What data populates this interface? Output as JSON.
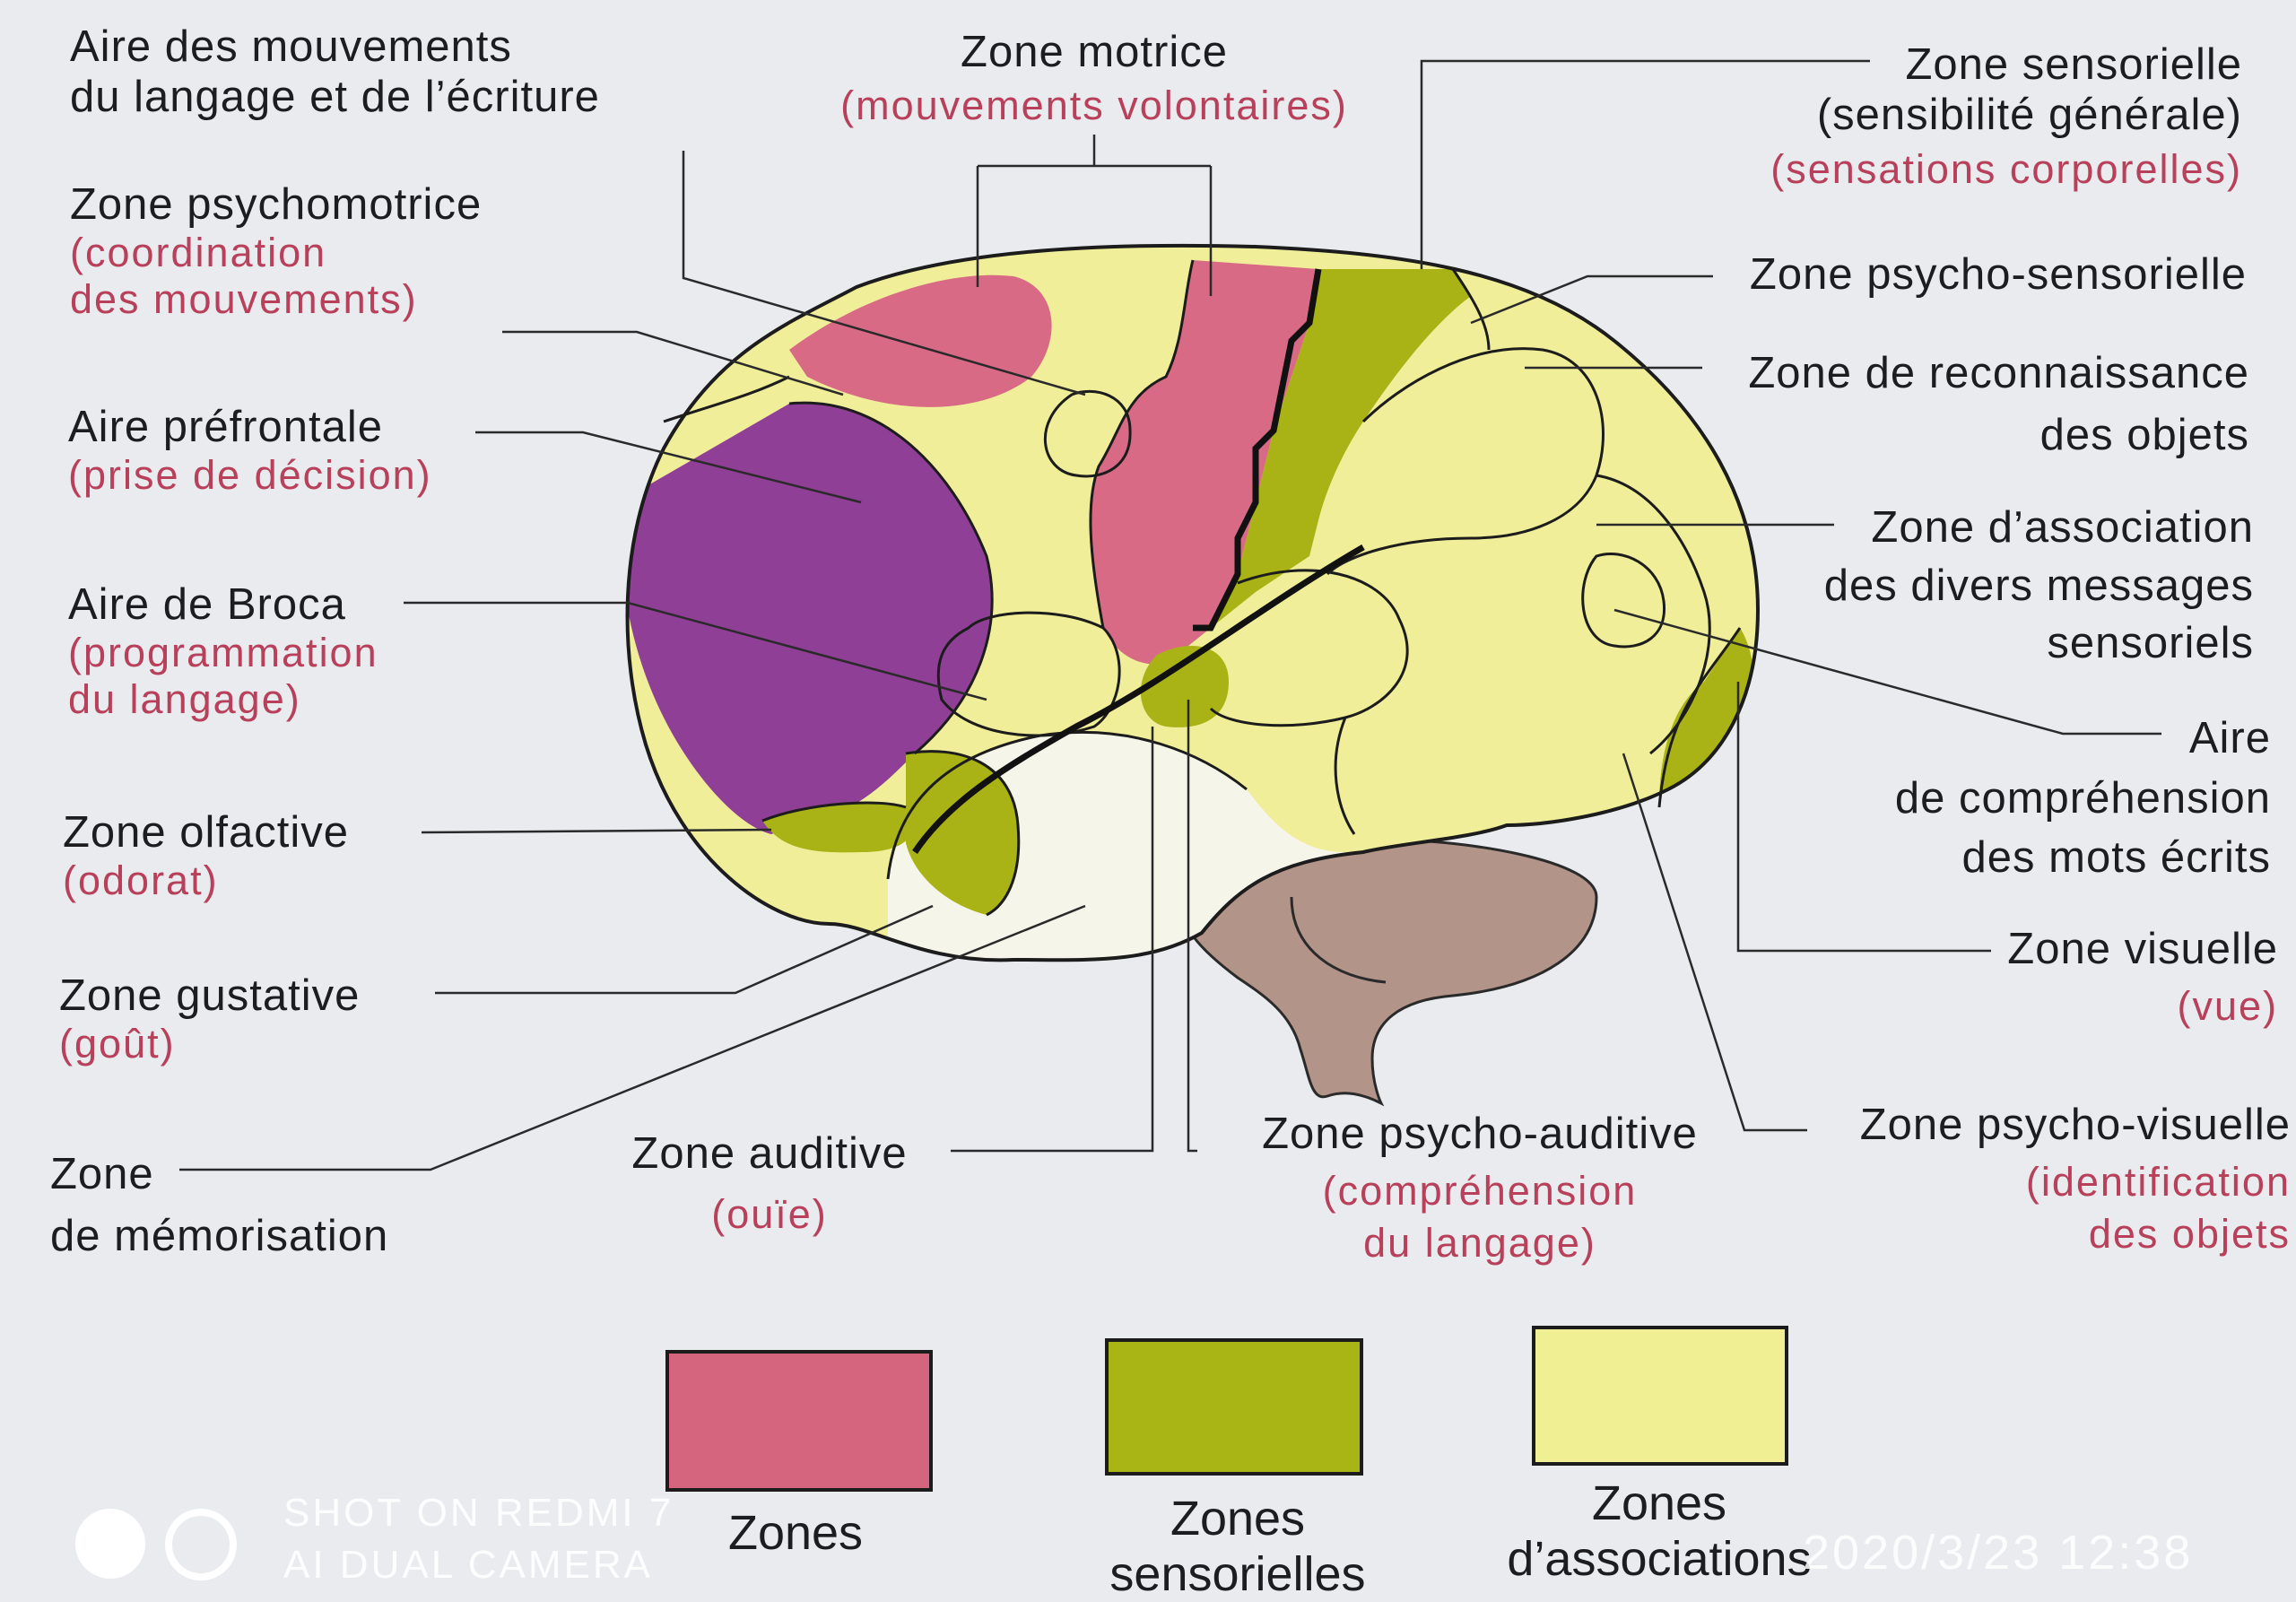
{
  "labels": {
    "aire_mouvements_langage": [
      "Aire des mouvements",
      "du langage et de l’écriture"
    ],
    "zone_psychomotrice": {
      "title": "Zone psychomotrice",
      "desc": [
        "(coordination",
        "des mouvements)"
      ]
    },
    "aire_prefrontale": {
      "title": "Aire préfrontale",
      "desc": "(prise de décision)"
    },
    "aire_broca": {
      "title": "Aire de Broca",
      "desc": [
        "(programmation",
        "du langage)"
      ]
    },
    "zone_olfactive": {
      "title": "Zone olfactive",
      "desc": "(odorat)"
    },
    "zone_gustative": {
      "title": "Zone gustative",
      "desc": "(goût)"
    },
    "zone_memorisation": [
      "Zone",
      "de mémorisation"
    ],
    "zone_auditive": {
      "title": "Zone auditive",
      "desc": "(ouïe)"
    },
    "zone_motrice": {
      "title": "Zone motrice",
      "desc": "(mouvements volontaires)"
    },
    "zone_sensorielle": {
      "title": [
        "Zone sensorielle",
        "(sensibilité générale)"
      ],
      "desc": "(sensations corporelles)"
    },
    "zone_psycho_sensorielle": "Zone psycho-sensorielle",
    "zone_reconnaissance": [
      "Zone de reconnaissance",
      "des objets"
    ],
    "zone_association": [
      "Zone d’association",
      "des divers messages",
      "sensoriels"
    ],
    "aire_comprehension": [
      "Aire",
      "de compréhension",
      "des mots écrits"
    ],
    "zone_visuelle": {
      "title": "Zone visuelle",
      "desc": "(vue)"
    },
    "zone_psycho_auditive": {
      "title": "Zone psycho-auditive",
      "desc": [
        "(compréhension",
        "du langage)"
      ]
    },
    "zone_psycho_visuelle": {
      "title": "Zone psycho-visuelle",
      "desc": [
        "(identification",
        "des objets"
      ]
    }
  },
  "legend": [
    {
      "caption": [
        "Zones",
        ""
      ],
      "color": "#d5657e"
    },
    {
      "caption": [
        "Zones",
        "sensorielles"
      ],
      "color": "#a9b514"
    },
    {
      "caption": [
        "Zones",
        "d’associations"
      ],
      "color": "#f1ef93"
    }
  ],
  "colors": {
    "motor": "#d96a86",
    "sensory": "#a9b316",
    "association": "#f0ee98",
    "prefrontal": "#8f3f95",
    "cerebellum": "#b39488",
    "label_desc": "#b8405a"
  },
  "watermark": {
    "line1": "SHOT ON REDMI 7",
    "line2": "AI DUAL CAMERA",
    "timestamp": "2020/3/23  12:38"
  }
}
